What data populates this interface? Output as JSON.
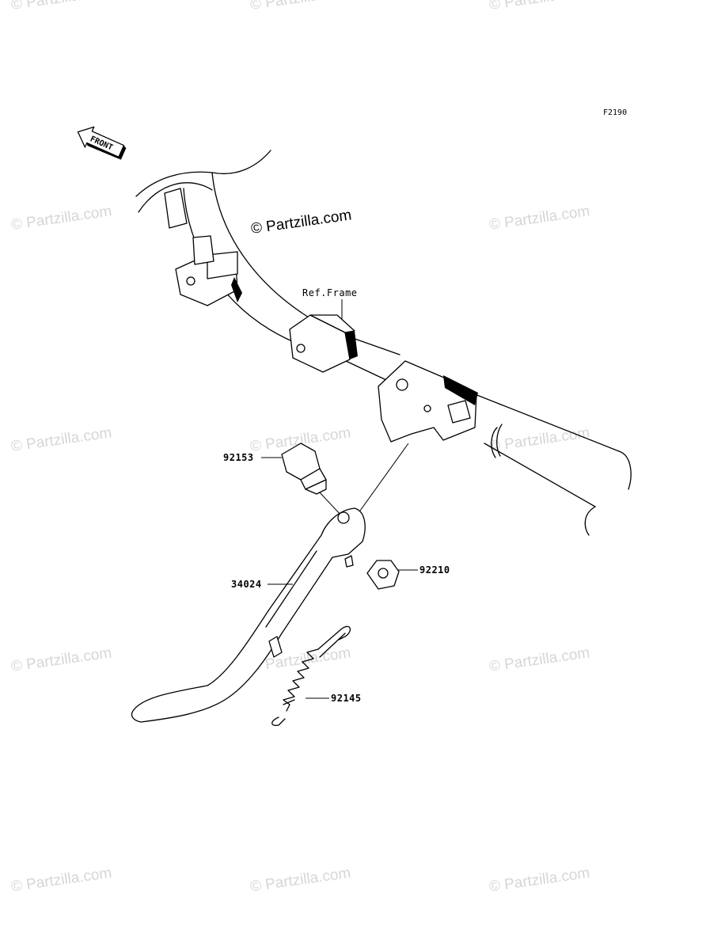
{
  "diagram": {
    "figure_code": "F2190",
    "front_arrow_label": "FRONT",
    "ref_frame_label": "Ref.Frame",
    "parts": [
      {
        "number": "92153",
        "description": "bolt"
      },
      {
        "number": "92210",
        "description": "nut"
      },
      {
        "number": "34024",
        "description": "side stand"
      },
      {
        "number": "92145",
        "description": "spring"
      }
    ]
  },
  "watermark": {
    "main_text": "© Partzilla.com",
    "tile_text": "© Partzilla.com"
  }
}
